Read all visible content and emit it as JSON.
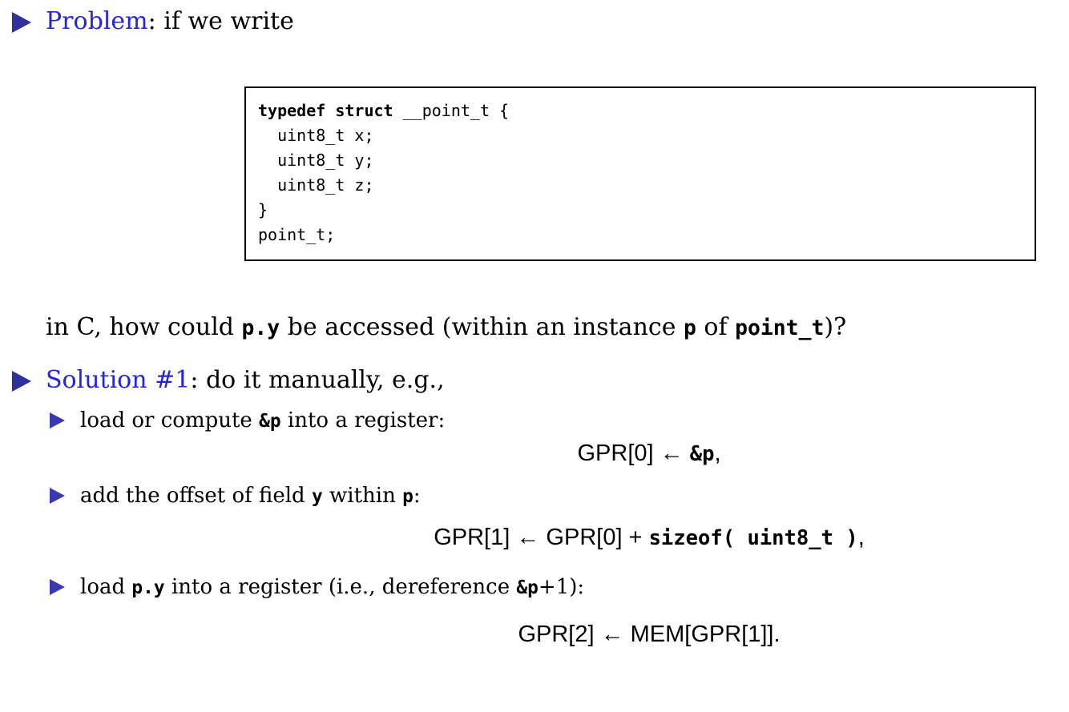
{
  "colors": {
    "bullet_l1_blue": "#30309c",
    "bullet_l2_blue": "#3a3aae",
    "label_blue": "#2424dc",
    "text": "#000000",
    "background": "#ffffff",
    "code_border": "#000000"
  },
  "icons": {
    "bullet_l1": "right-triangle",
    "bullet_l2": "right-triangle"
  },
  "problem_item": {
    "label": "Problem",
    "rest": ": if we write"
  },
  "code_block": {
    "line1_keyword": "typedef struct",
    "line1_rest": " __point_t {",
    "line2": "  uint8_t x;",
    "line3": "  uint8_t y;",
    "line4": "  uint8_t z;",
    "line5": "}",
    "line6": "point_t;"
  },
  "question_line": {
    "s1": "in C, how could ",
    "code1": "p.y",
    "s2": " be accessed (within an instance ",
    "code2": "p",
    "s3": " of ",
    "code3": "point_t",
    "s4": ")?"
  },
  "solution_item": {
    "label": "Solution #1",
    "rest": ": do it manually, e.g.,"
  },
  "step1": {
    "s1": "load or compute ",
    "code1": "&p",
    "s2": " into a register:"
  },
  "eq1": {
    "sans1": "GPR[0] ← ",
    "mono1": "&p",
    "sans2": ","
  },
  "step2": {
    "s1": "add the offset of field ",
    "code1": "y",
    "s2": " within ",
    "code2": "p",
    "s3": ":"
  },
  "eq2": {
    "sans1": "GPR[1] ← GPR[0] + ",
    "mono1": "sizeof( uint8_t )",
    "sans2": ","
  },
  "step3": {
    "s1": "load ",
    "code1": "p.y",
    "s2": " into a register (i.e., dereference ",
    "code2": "&p",
    "s3": "+1):"
  },
  "eq3": {
    "sans1": "GPR[2] ← MEM[GPR[1]]."
  }
}
